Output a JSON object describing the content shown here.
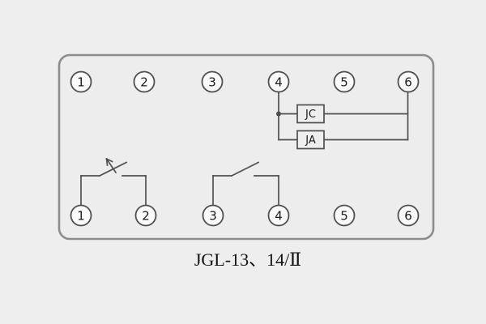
{
  "diagram": {
    "caption": "JGL-13、14/Ⅱ",
    "top_terminals": [
      "1",
      "2",
      "3",
      "4",
      "5",
      "6"
    ],
    "bottom_terminals": [
      "1",
      "2",
      "3",
      "4",
      "5",
      "6"
    ],
    "components": [
      {
        "id": "jc",
        "label": "JC"
      },
      {
        "id": "ja",
        "label": "JA"
      }
    ],
    "colors": {
      "background": "#eeeeee",
      "outline_border": "#8d8d8d",
      "wire": "#4f4f4f",
      "terminal_fill": "#fafafa",
      "text": "#1b1b1b"
    }
  }
}
